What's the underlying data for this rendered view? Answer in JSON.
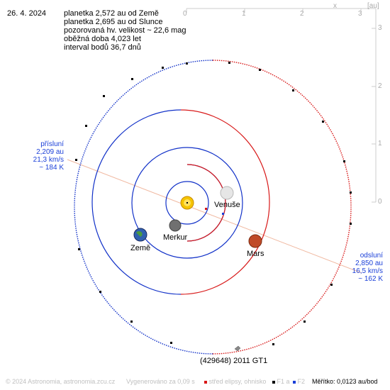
{
  "date": "26. 4. 2024",
  "info": [
    "planetka 2,572 au od Země",
    "planetka 2,695 au od Slunce",
    "pozorovaná hv. velikost ~ 22,6 mag",
    "oběžná doba 4,023 let",
    "interval bodů 36,7 dnů"
  ],
  "axis": {
    "x_letter": "x",
    "unit": "[au]",
    "top_ticks": [
      "0",
      "1",
      "2",
      "3"
    ],
    "side_ticks": [
      "3",
      "2",
      "1",
      "0"
    ]
  },
  "perihelion": {
    "title": "přísluní",
    "dist": "2,209 au",
    "speed": "21,3 km/s",
    "temp": "~ 184 K"
  },
  "aphelion": {
    "title": "odsluní",
    "dist": "2,850 au",
    "speed": "16,5 km/s",
    "temp": "~ 162 K"
  },
  "planets": {
    "venus": "Venuše",
    "earth": "Země",
    "mercury": "Merkur",
    "mars": "Mars"
  },
  "asteroid_name": "(429648) 2011 GT1",
  "footer": {
    "copyright": "© 2024 Astronomia, astronomia.zcu.cz",
    "generated": "Vygenerováno za 0,09 s",
    "center": "střed elipsy, ohnisko",
    "f1": "F1",
    "a": "a",
    "f2": "F2",
    "scale": "Měřítko: 0,0123 au/bod"
  },
  "colors": {
    "orbit_blue": "#1030c8",
    "orbit_red": "#d81818",
    "sun": "#f5c400",
    "venus": "#e8e8e8",
    "mars": "#c04a28",
    "earth": "#3060b0",
    "mercury": "#707070"
  }
}
